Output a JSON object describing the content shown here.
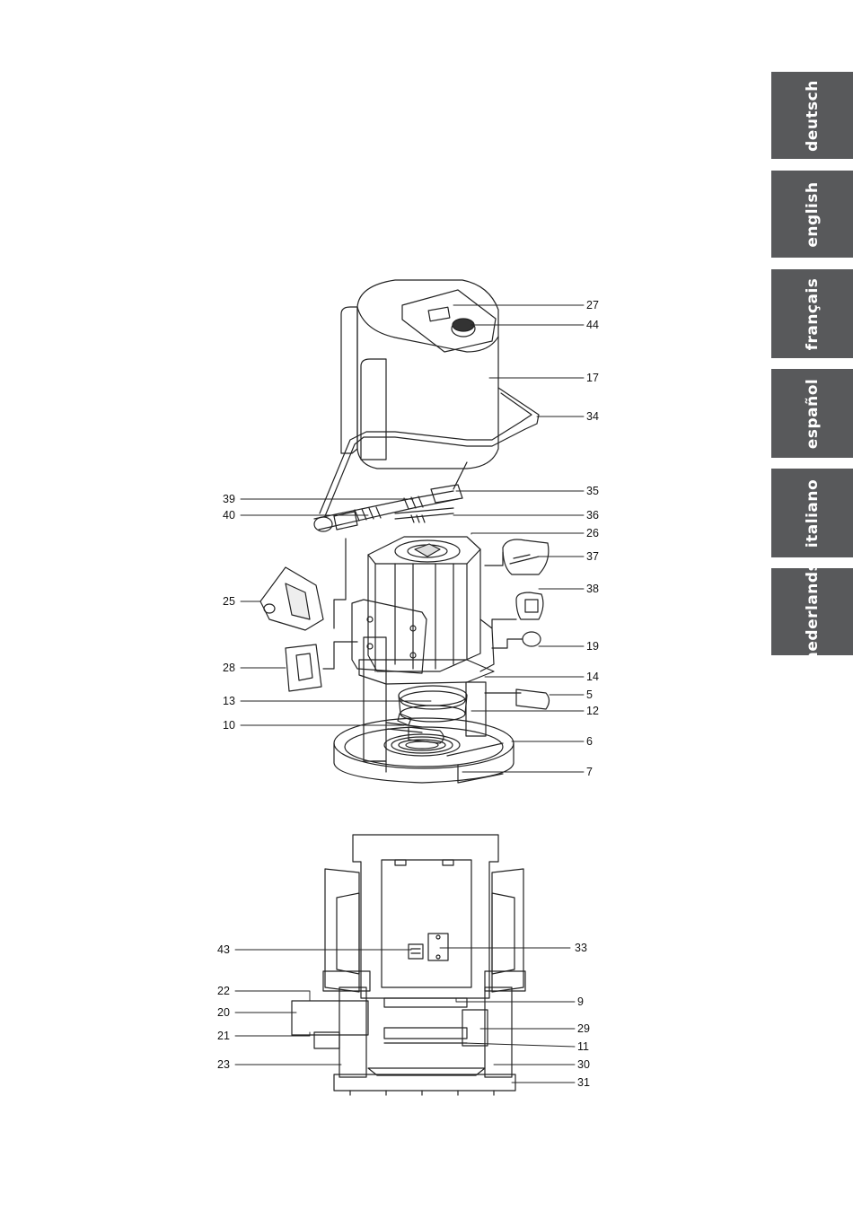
{
  "language_tabs": [
    "deutsch",
    "english",
    "français",
    "español",
    "italiano",
    "nederlands"
  ],
  "exploded_view": {
    "callouts": [
      "27",
      "44",
      "17",
      "34",
      "35",
      "39",
      "40",
      "36",
      "26",
      "37",
      "25",
      "38",
      "19",
      "28",
      "14",
      "13",
      "5",
      "12",
      "10",
      "6",
      "7"
    ]
  },
  "bottom_view": {
    "callouts": [
      "43",
      "33",
      "22",
      "9",
      "20",
      "29",
      "21",
      "11",
      "23",
      "30",
      "31"
    ]
  }
}
